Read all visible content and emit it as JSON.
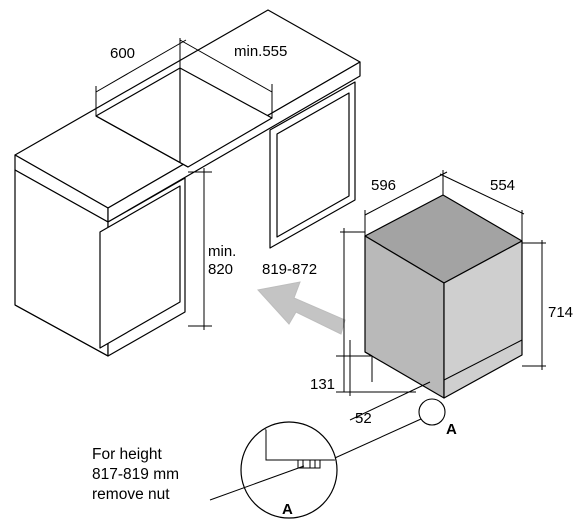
{
  "cabinet": {
    "niche_width": "600",
    "niche_depth": "min.555",
    "niche_height_min": "min.",
    "niche_height_min_value": "820",
    "niche_height_range": "819-872"
  },
  "dishwasher": {
    "width": "596",
    "depth": "554",
    "height": "714",
    "foot_height": "131",
    "foot_offset": "52",
    "detail_marker": "A"
  },
  "detail": {
    "label": "A",
    "note_line1": "For height",
    "note_line2": "817-819 mm",
    "note_line3": "remove nut"
  },
  "colors": {
    "outline": "#000000",
    "dishwasher_side": "#b9b9b9",
    "dishwasher_top": "#a3a3a3",
    "dishwasher_front": "#cfcfcf",
    "arrow": "#c4c4c4"
  }
}
